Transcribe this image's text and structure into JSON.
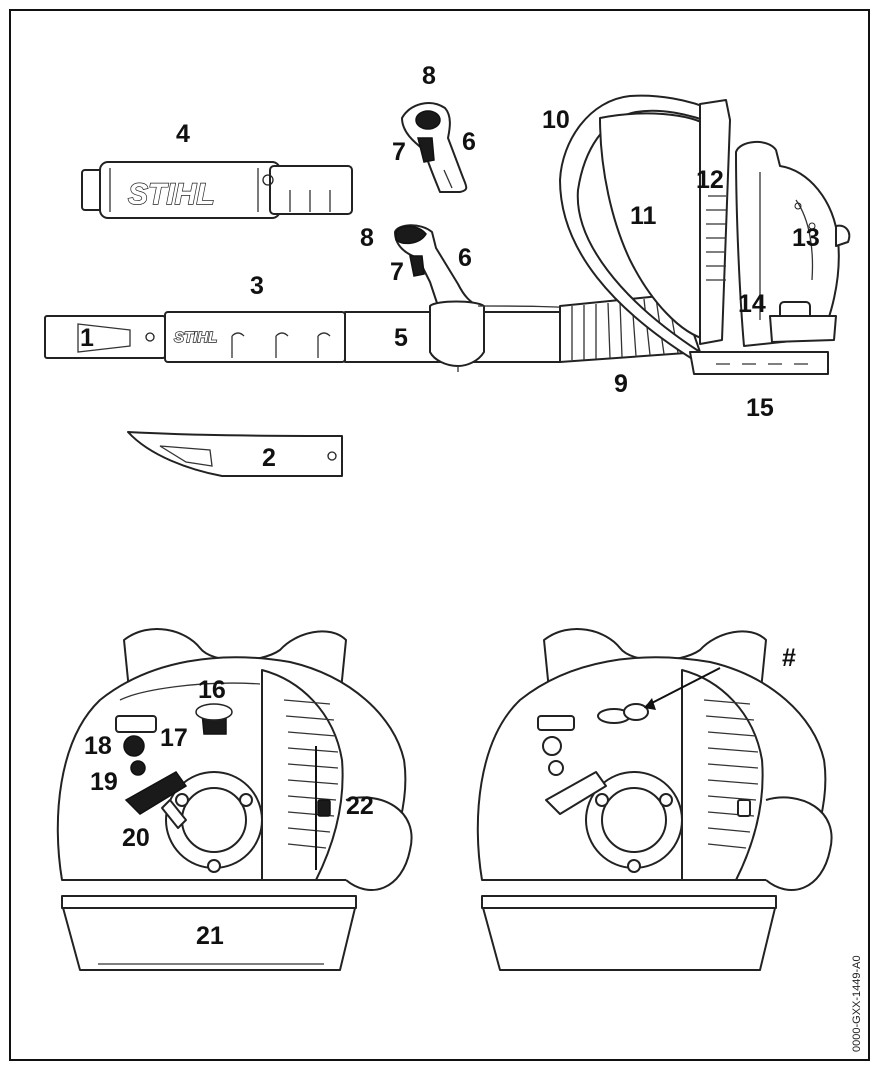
{
  "callouts": {
    "c1": "1",
    "c2": "2",
    "c3": "3",
    "c4": "4",
    "c5": "5",
    "c6a": "6",
    "c6b": "6",
    "c7a": "7",
    "c7b": "7",
    "c8a": "8",
    "c8b": "8",
    "c9": "9",
    "c10": "10",
    "c11": "11",
    "c12": "12",
    "c13": "13",
    "c14": "14",
    "c15": "15",
    "c16": "16",
    "c17": "17",
    "c18": "18",
    "c19": "19",
    "c20": "20",
    "c21": "21",
    "c22": "22",
    "hash": "#"
  },
  "brand": {
    "muffler_logo": "STIHL",
    "tube_logo": "STIHL"
  },
  "figure_code": "0000-GXX-1449-A0"
}
